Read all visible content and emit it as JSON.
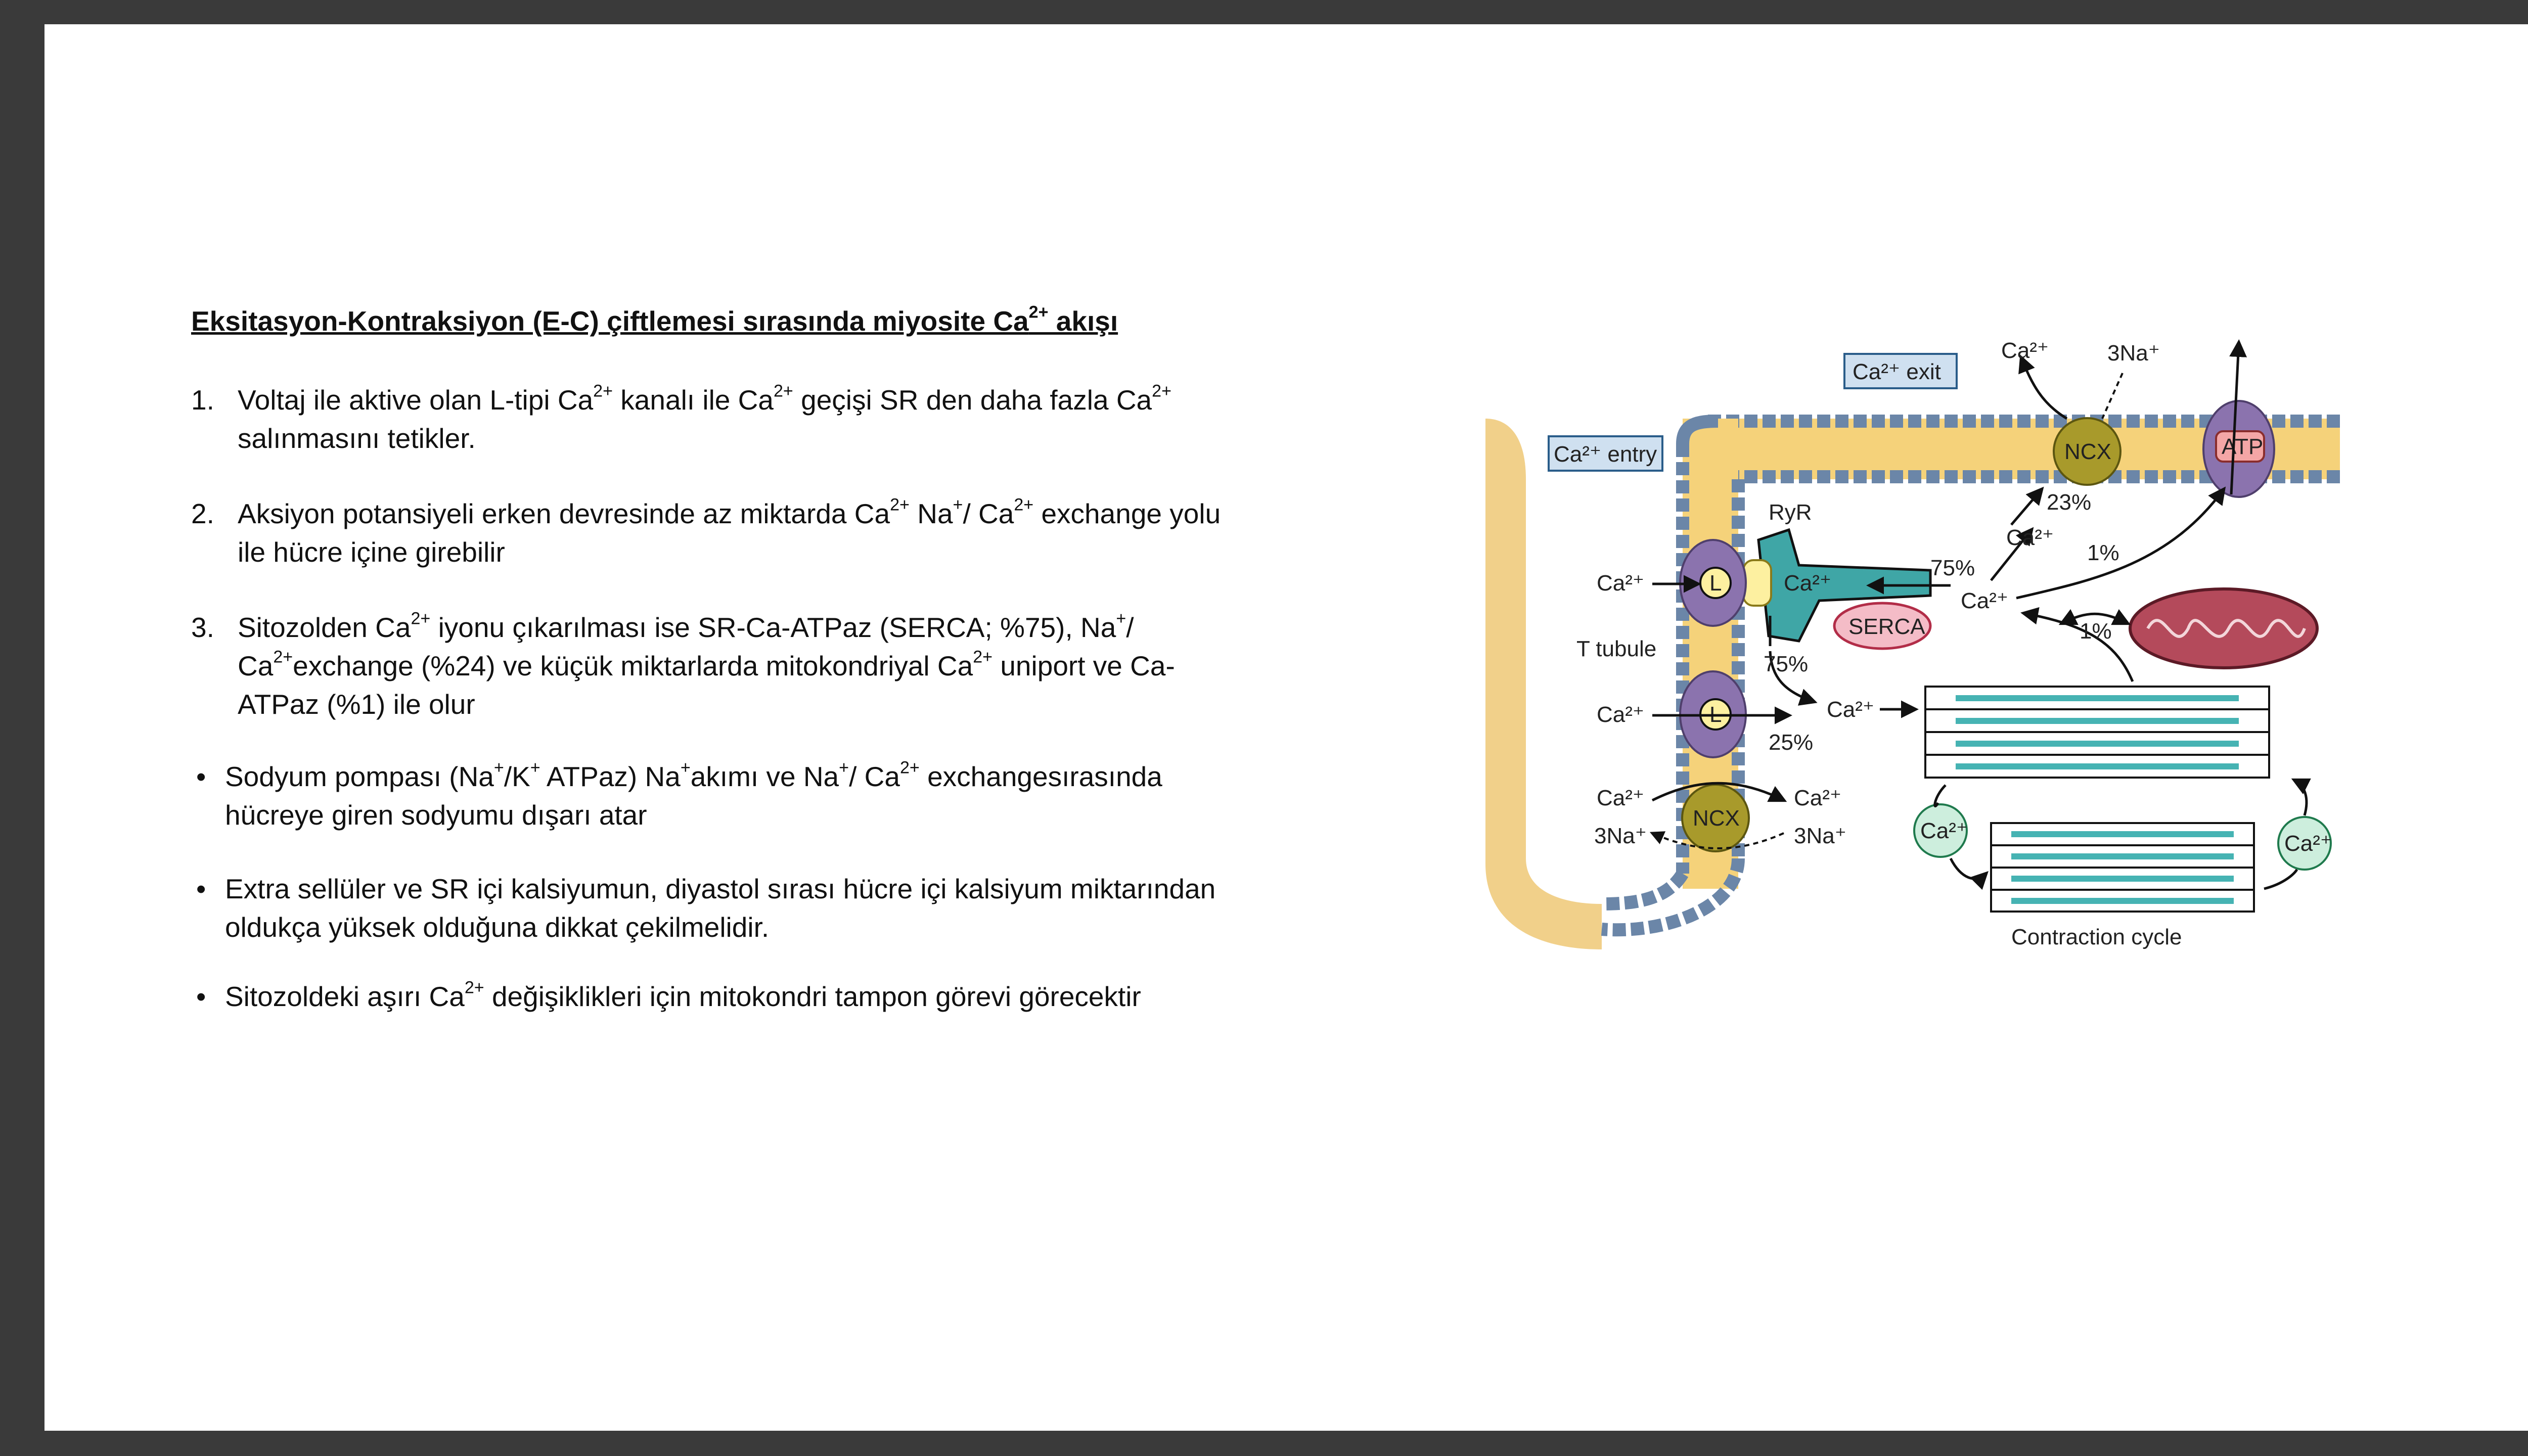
{
  "title": {
    "pre": "Eksitasyon-Kontraksiyon (E-C) çiftlemesi sırasında miyosite Ca",
    "sup": "2+",
    "post": " akışı"
  },
  "items": [
    {
      "marker": "1.",
      "lines": [
        [
          {
            "t": "Voltaj ile aktive olan L-tipi Ca"
          },
          {
            "s": "2+"
          },
          {
            "t": " kanalı ile Ca"
          },
          {
            "s": "2+"
          },
          {
            "t": " geçişi SR den daha fazla Ca"
          },
          {
            "s": "2+"
          }
        ],
        [
          {
            "t": "salınmasını tetikler."
          }
        ]
      ]
    },
    {
      "marker": "2.",
      "lines": [
        [
          {
            "t": "Aksiyon potansiyeli erken devresinde az miktarda Ca"
          },
          {
            "s": "2+"
          },
          {
            "t": " Na"
          },
          {
            "s": "+"
          },
          {
            "t": "/ Ca"
          },
          {
            "s": "2+"
          },
          {
            "t": " exchange yolu"
          }
        ],
        [
          {
            "t": "ile hücre içine girebilir"
          }
        ]
      ]
    },
    {
      "marker": "3.",
      "lines": [
        [
          {
            "t": "Sitozolden Ca"
          },
          {
            "s": "2+"
          },
          {
            "t": " iyonu çıkarılması ise SR-Ca-ATPaz (SERCA; %75), Na"
          },
          {
            "s": "+"
          },
          {
            "t": "/"
          }
        ],
        [
          {
            "t": "Ca"
          },
          {
            "s": "2+"
          },
          {
            "t": "exchange (%24) ve küçük miktarlarda mitokondriyal Ca"
          },
          {
            "s": "2+"
          },
          {
            "t": " uniport ve Ca-"
          }
        ],
        [
          {
            "t": "ATPaz (%1) ile olur"
          }
        ]
      ]
    },
    {
      "marker": "•",
      "lines": [
        [
          {
            "t": "Sodyum pompası (Na"
          },
          {
            "s": "+"
          },
          {
            "t": "/K"
          },
          {
            "s": "+"
          },
          {
            "t": " ATPaz) Na"
          },
          {
            "s": "+"
          },
          {
            "t": "akımı ve Na"
          },
          {
            "s": "+"
          },
          {
            "t": "/ Ca"
          },
          {
            "s": "2+"
          },
          {
            "t": " exchangesırasında"
          }
        ],
        [
          {
            "t": "hücreye giren sodyumu dışarı atar"
          }
        ]
      ]
    },
    {
      "marker": "•",
      "lines": [
        [
          {
            "t": "Extra sellüler ve SR içi kalsiyumun, diyastol sırası hücre içi kalsiyum miktarından"
          }
        ],
        [
          {
            "t": "oldukça yüksek olduğuna dikkat çekilmelidir."
          }
        ]
      ]
    },
    {
      "marker": "•",
      "lines": [
        [
          {
            "t": "Sitozoldeki aşırı Ca"
          },
          {
            "s": "2+"
          },
          {
            "t": " değişiklikleri için mitokondri tampon görevi görecektir"
          }
        ]
      ]
    }
  ],
  "diagram": {
    "ca_exit": "Ca²⁺ exit",
    "ca_entry": "Ca²⁺ entry",
    "ca": "Ca²⁺",
    "na3": "3Na⁺",
    "ncx": "NCX",
    "atp": "ATP",
    "ryr": "RyR",
    "serca": "SERCA",
    "l": "L",
    "t_tubule": "T tubule",
    "p75": "75%",
    "p23": "23%",
    "p1": "1%",
    "p25": "25%",
    "contraction_cycle": "Contraction cycle"
  }
}
